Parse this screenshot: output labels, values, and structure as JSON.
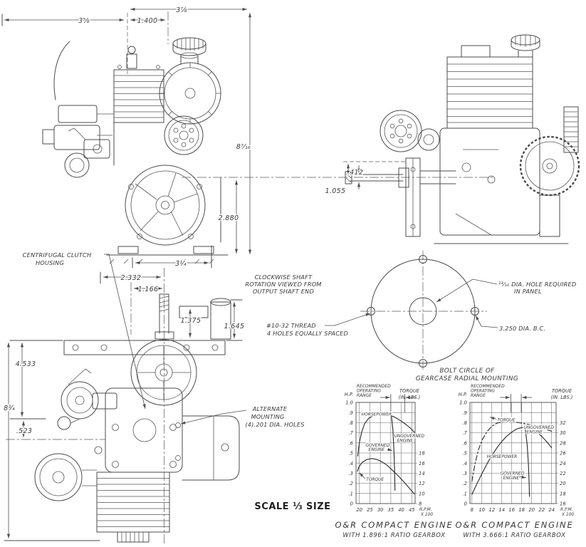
{
  "drawing_labels": {
    "side_view": {
      "dim_width_left": "3⅝",
      "dim_center": "1.400",
      "dim_width_right": "3⅞",
      "dim_height": "8⁷⁄₁₆",
      "dim_shaft_to_base": "2.880",
      "dim_base": "3¼"
    },
    "rear_view": {
      "dim_offset": ".412",
      "dim_shaft": "1.055"
    },
    "front_view": {
      "callout_clutch_line1": "CENTRIFUGAL CLUTCH",
      "callout_clutch_line2": "HOUSING",
      "dim_2332": "2.332",
      "dim_1166": "1.166",
      "dim_1375": "1.375",
      "dim_1645": "1.645",
      "dim_4533": "4.533",
      "dim_height": "8¾",
      "dim_523": ".523",
      "callout_alt_line1": "ALTERNATE",
      "callout_alt_line2": "MOUNTING",
      "callout_alt_line3": "(4).201 DIA. HOLES"
    },
    "rotation_note": {
      "line1": "CLOCKWISE SHAFT",
      "line2": "ROTATION VIEWED FROM",
      "line3": "OUTPUT SHAFT END"
    },
    "bolt_circle": {
      "hole_note_line1": "¹³⁄₁₆ DIA. HOLE REQUIRED",
      "hole_note_line2": "IN  PANEL",
      "thread_note_line1": "#10-32 THREAD",
      "thread_note_line2": "4 HOLES EQUALLY SPACED",
      "bc_note": "3.250 DIA. B.C.",
      "caption_line1": "BOLT  CIRCLE  OF",
      "caption_line2": "GEARCASE  RADIAL  MOUNTING"
    },
    "scale_note": "SCALE ⅓ SIZE"
  },
  "chart_data": [
    {
      "type": "line",
      "title": "O&R  COMPACT  ENGINE",
      "subtitle": "WITH 1.896:1 RATIO GEARBOX",
      "xlabel_line1": "R.P.M.",
      "xlabel_line2": "X 100",
      "x_axis": {
        "min": 18.4,
        "max": 46.6,
        "ticks": [
          20,
          25,
          30,
          35,
          40,
          45
        ]
      },
      "left_axis": {
        "label": "H.P.",
        "min": 0,
        "max": 1,
        "tick_labels": [
          "1.0",
          ".9",
          ".8",
          ".7",
          ".6",
          ".5",
          ".4",
          ".3",
          ".2",
          ".1",
          "0"
        ],
        "tick_values": [
          1,
          0.9,
          0.8,
          0.7,
          0.6,
          0.5,
          0.4,
          0.3,
          0.2,
          0.1,
          0
        ]
      },
      "right_axis": {
        "label_line1": "TORQUE",
        "label_line2": "(IN. LBS.)",
        "min": 8,
        "max": 28,
        "ticks": [
          18,
          16,
          14,
          12,
          10,
          8
        ]
      },
      "recommended_range": {
        "label_lines": [
          "RECOMMENDED",
          "OPERATING",
          "RANGE"
        ],
        "from": 35,
        "to": 41.7
      },
      "series": [
        {
          "name": "HORSEPOWER",
          "axis": "left",
          "label": {
            "lines": [
              "HORSEPOWER"
            ],
            "x": 21,
            "y": 0.87
          },
          "points": [
            [
              19.2,
              0.47
            ],
            [
              20,
              0.6
            ],
            [
              21,
              0.7
            ],
            [
              22.5,
              0.79
            ],
            [
              24.5,
              0.845
            ],
            [
              27,
              0.872
            ],
            [
              30,
              0.885
            ],
            [
              33,
              0.882
            ],
            [
              35.3,
              0.868
            ],
            [
              37.5,
              0.848
            ],
            [
              40,
              0.815
            ],
            [
              42.5,
              0.778
            ],
            [
              44.5,
              0.742
            ],
            [
              46.3,
              0.705
            ]
          ]
        },
        {
          "name": "TORQUE",
          "axis": "right",
          "label": {
            "lines": [
              "TORQUE"
            ],
            "x": 23.2,
            "y": 0.225
          },
          "leader": {
            "from": [
              22.8,
              0.245
            ],
            "to": [
              19.9,
              0.305
            ]
          },
          "points": [
            [
              19,
              14.4
            ],
            [
              20,
              15.4
            ],
            [
              21.5,
              16.2
            ],
            [
              23.5,
              16.7
            ],
            [
              26,
              16.9
            ],
            [
              28.5,
              16.7
            ],
            [
              31,
              16.2
            ],
            [
              33.5,
              15.5
            ],
            [
              36,
              14.5
            ],
            [
              38.5,
              13.5
            ],
            [
              41,
              12.4
            ],
            [
              43.5,
              11.2
            ],
            [
              46.2,
              9.9
            ]
          ]
        },
        {
          "name": "GOVERNED ENGINE",
          "axis": "left",
          "label": {
            "lines": [
              "GOVERNED",
              "ENGINE"
            ],
            "x": 23,
            "y": 0.565
          },
          "leader": {
            "from": [
              33.5,
              0.535
            ],
            "to": [
              35.7,
              0.525
            ]
          },
          "points": [
            [
              35.3,
              0.868
            ],
            [
              36,
              0.73
            ],
            [
              36.5,
              0.52
            ],
            [
              36.8,
              0.32
            ],
            [
              37,
              0.13
            ]
          ]
        }
      ],
      "annotations": [
        {
          "lines": [
            "UNGOVERNED",
            "ENGINE"
          ],
          "x": 36.6,
          "y": 0.655
        }
      ]
    },
    {
      "type": "line",
      "title": "O&R  COMPACT  ENGINE",
      "subtitle": "WITH 3.666:1 RATIO GEARBOX",
      "xlabel_line1": "R.P.M.",
      "xlabel_line2": "X 100",
      "x_axis": {
        "min": 7.6,
        "max": 24.9,
        "ticks": [
          8,
          10,
          12,
          14,
          16,
          18,
          20,
          22,
          24
        ]
      },
      "left_axis": {
        "label": "H.P.",
        "min": 0,
        "max": 1,
        "tick_labels": [
          "1.0",
          ".9",
          ".8",
          ".7",
          ".6",
          ".5",
          ".4",
          ".3",
          ".2",
          ".1",
          "0"
        ],
        "tick_values": [
          1,
          0.9,
          0.8,
          0.7,
          0.6,
          0.5,
          0.4,
          0.3,
          0.2,
          0.1,
          0
        ]
      },
      "right_axis": {
        "label_line1": "TORQUE",
        "label_line2": "(IN. LBS.)",
        "min": 16,
        "max": 36,
        "ticks": [
          32,
          30,
          28,
          26,
          24,
          22,
          20,
          18,
          16
        ]
      },
      "recommended_range": {
        "label_lines": [
          "RECOMMENDED",
          "OPERATING",
          "RANGE"
        ],
        "from": 15.8,
        "to": 17.9
      },
      "series": [
        {
          "name": "TORQUE",
          "axis": "right",
          "dash": "7 3 2 3",
          "label": {
            "lines": [
              "TORQUE"
            ],
            "x": 13.1,
            "y": 0.815
          },
          "leader": {
            "from": [
              12.9,
              0.835
            ],
            "to": [
              11.6,
              0.855
            ]
          },
          "points": [
            [
              8,
              20.4
            ],
            [
              8.6,
              23.8
            ],
            [
              9.3,
              26.6
            ],
            [
              10,
              28.5
            ],
            [
              11,
              30.2
            ],
            [
              12,
              31.3
            ],
            [
              13,
              31.9
            ],
            [
              14.5,
              32.2
            ],
            [
              16,
              32.2
            ],
            [
              17.5,
              32.0
            ],
            [
              19,
              31.7
            ],
            [
              20.5,
              31.4
            ],
            [
              22,
              31.0
            ],
            [
              24,
              30.3
            ]
          ]
        },
        {
          "name": "HORSEPOWER",
          "axis": "left",
          "label": {
            "lines": [
              "HORSEPOWER"
            ],
            "x": 11,
            "y": 0.45
          },
          "points": [
            [
              8,
              0.09
            ],
            [
              9,
              0.195
            ],
            [
              10,
              0.295
            ],
            [
              11,
              0.39
            ],
            [
              12,
              0.475
            ],
            [
              13,
              0.55
            ],
            [
              14,
              0.615
            ],
            [
              15,
              0.667
            ],
            [
              16,
              0.707
            ],
            [
              17,
              0.737
            ],
            [
              18,
              0.752
            ],
            [
              19,
              0.752
            ],
            [
              20,
              0.737
            ],
            [
              21,
              0.707
            ],
            [
              22,
              0.665
            ],
            [
              23,
              0.613
            ],
            [
              24,
              0.552
            ]
          ]
        },
        {
          "name": "GOVERNED ENGINE",
          "axis": "left",
          "label": {
            "lines": [
              "GOVERNED",
              "ENGINE"
            ],
            "x": 13.7,
            "y": 0.285
          },
          "leader": {
            "from": [
              17.5,
              0.265
            ],
            "to": [
              18.9,
              0.255
            ]
          },
          "points": [
            [
              18.7,
              0.745
            ],
            [
              19.1,
              0.58
            ],
            [
              19.35,
              0.38
            ],
            [
              19.5,
              0.18
            ],
            [
              19.55,
              0.07
            ]
          ]
        }
      ],
      "annotations": [
        {
          "lines": [
            "UNGOVERNED",
            "ENGINE"
          ],
          "x": 18.4,
          "y": 0.74
        }
      ]
    }
  ]
}
